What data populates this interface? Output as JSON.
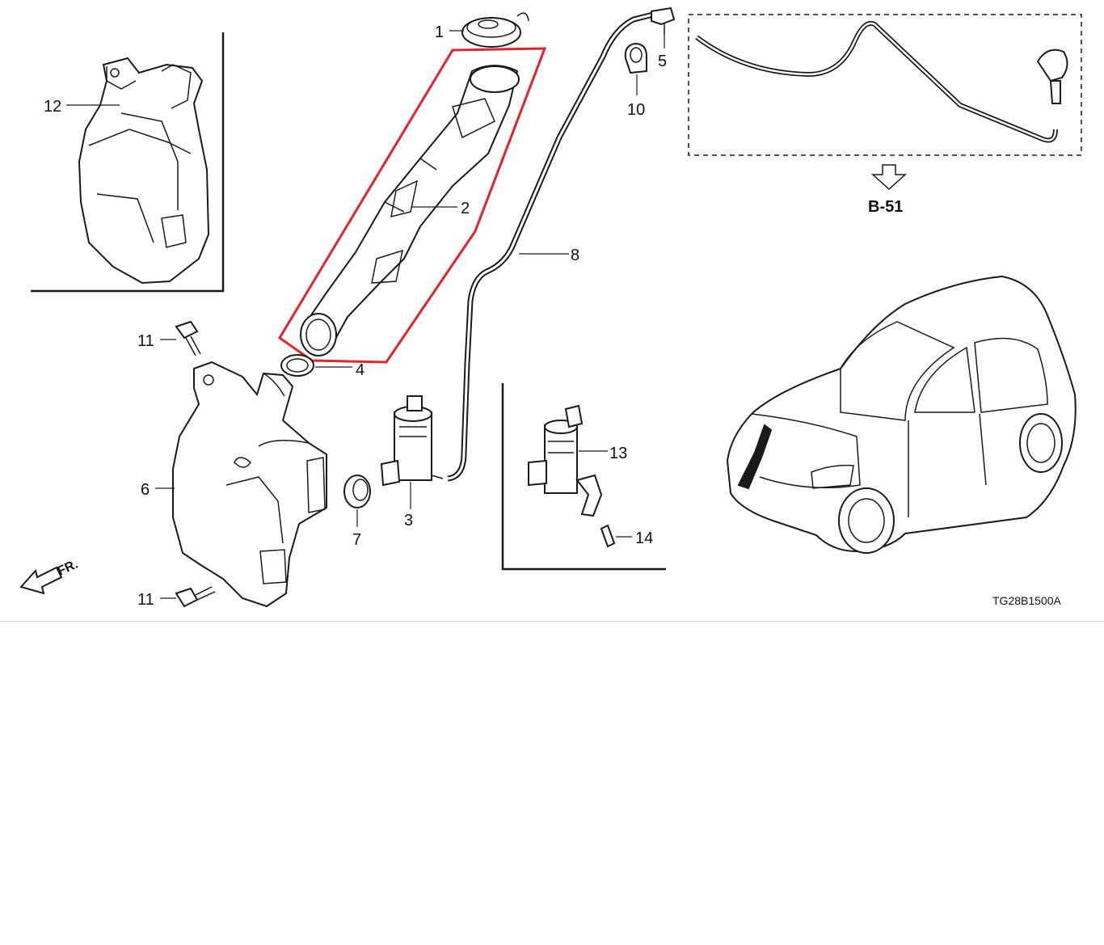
{
  "callouts": {
    "c1": "1",
    "c2": "2",
    "c3": "3",
    "c4": "4",
    "c5": "5",
    "c6": "6",
    "c7": "7",
    "c8": "8",
    "c10": "10",
    "c11a": "11",
    "c11b": "11",
    "c12": "12",
    "c13": "13",
    "c14": "14"
  },
  "reference_label": "B-51",
  "direction_label": "FR.",
  "diagram_code": "TG28B1500A",
  "colors": {
    "highlight": "#e0242c",
    "line": "#1a1a1a",
    "background": "#ffffff"
  }
}
